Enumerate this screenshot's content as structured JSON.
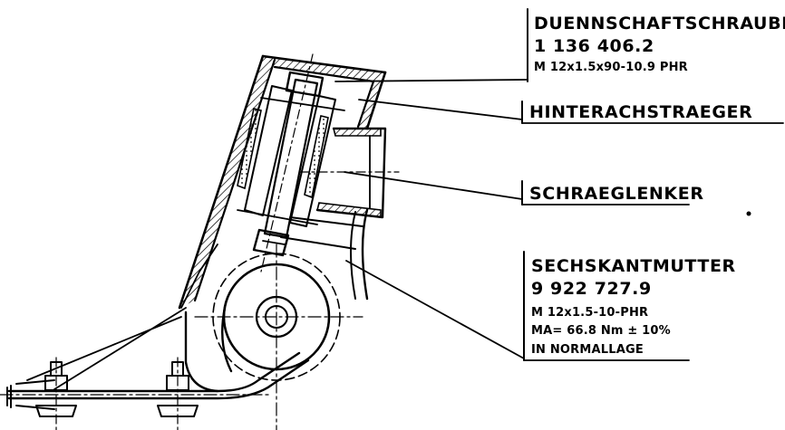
{
  "labels": {
    "bolt": {
      "name": "DUENNSCHAFTSCHRAUBE",
      "part_no": "1 136 406.2",
      "spec": "M 12x1.5x90-10.9 PHR"
    },
    "carrier": {
      "name": "HINTERACHSTRAEGER"
    },
    "link": {
      "name": "SCHRAEGLENKER"
    },
    "nut": {
      "name": "SECHSKANTMUTTER",
      "part_no": "9 922 727.9",
      "spec": "M 12x1.5-10-PHR",
      "torque": "MA= 66.8 Nm ± 10%",
      "position": "IN NORMALLAGE"
    }
  }
}
